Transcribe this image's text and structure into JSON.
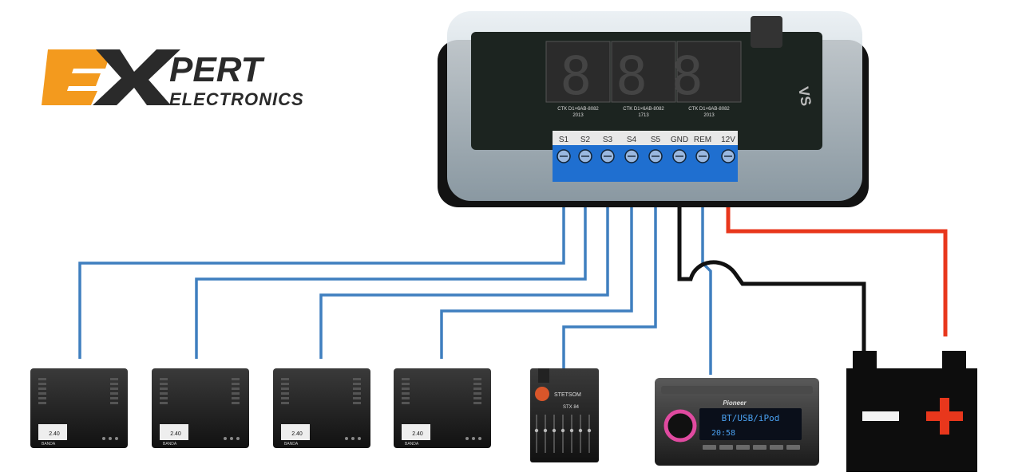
{
  "logo": {
    "mark": "EX",
    "word_top": "PERT",
    "word_bottom": "ELECTRONICS",
    "orange": "#f39a1e",
    "dark": "#2a2a2a"
  },
  "sequencer": {
    "display_digits": "888",
    "chip_labels": [
      {
        "line1": "CTK D1×6AB-8082",
        "line2": "2013"
      },
      {
        "line1": "CTK D1×6AB-8082",
        "line2": "1713"
      },
      {
        "line1": "CTK D1×6AB-8082",
        "line2": "2013"
      }
    ],
    "terminal_labels": [
      "S1",
      "S2",
      "S3",
      "S4",
      "S5",
      "GND",
      "REM",
      "12V"
    ],
    "board_side_text": "VS",
    "connector_color": "#1f6fd0"
  },
  "amplifiers": [
    {
      "badge": "2.40",
      "brand": "BANDA"
    },
    {
      "badge": "2.40",
      "brand": "BANDA"
    },
    {
      "badge": "2.40",
      "brand": "BANDA"
    },
    {
      "badge": "2.40",
      "brand": "BANDA"
    }
  ],
  "crossover": {
    "brand": "STETSOM",
    "model": "STX 84"
  },
  "head_unit": {
    "brand": "Pioneer",
    "display_line1": "BT/USB/iPod",
    "display_time": "20:58"
  },
  "battery": {
    "minus": "−",
    "plus": "+"
  },
  "colors": {
    "signal_wire": "#3f7fbf",
    "ground_wire": "#111111",
    "power_wire": "#e8371c",
    "plus_sign": "#e8371c"
  }
}
